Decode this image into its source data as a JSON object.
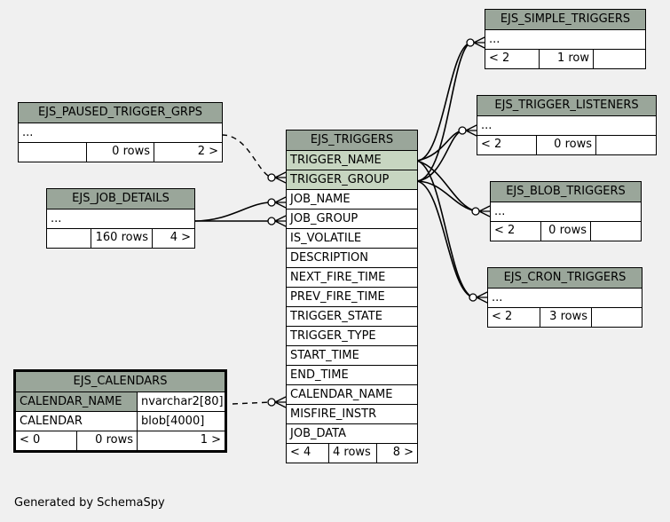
{
  "tables": {
    "simple": {
      "name": "EJS_SIMPLE_TRIGGERS",
      "row": "...",
      "footer": [
        "< 2",
        "1 row",
        ""
      ]
    },
    "listeners": {
      "name": "EJS_TRIGGER_LISTENERS",
      "row": "...",
      "footer": [
        "< 2",
        "0 rows",
        ""
      ]
    },
    "blob": {
      "name": "EJS_BLOB_TRIGGERS",
      "row": "...",
      "footer": [
        "< 2",
        "0 rows",
        ""
      ]
    },
    "cron": {
      "name": "EJS_CRON_TRIGGERS",
      "row": "...",
      "footer": [
        "< 2",
        "3 rows",
        ""
      ]
    },
    "paused": {
      "name": "EJS_PAUSED_TRIGGER_GRPS",
      "row": "...",
      "footer": [
        "",
        "0 rows",
        "2 >"
      ]
    },
    "job_details": {
      "name": "EJS_JOB_DETAILS",
      "row": "...",
      "footer": [
        "",
        "160 rows",
        "4 >"
      ]
    },
    "triggers": {
      "name": "EJS_TRIGGERS",
      "columns": [
        "TRIGGER_NAME",
        "TRIGGER_GROUP",
        "JOB_NAME",
        "JOB_GROUP",
        "IS_VOLATILE",
        "DESCRIPTION",
        "NEXT_FIRE_TIME",
        "PREV_FIRE_TIME",
        "TRIGGER_STATE",
        "TRIGGER_TYPE",
        "START_TIME",
        "END_TIME",
        "CALENDAR_NAME",
        "MISFIRE_INSTR",
        "JOB_DATA"
      ],
      "footer": [
        "< 4",
        "4 rows",
        "8 >"
      ]
    },
    "calendars": {
      "name": "EJS_CALENDARS",
      "columns": [
        {
          "name": "CALENDAR_NAME",
          "type": "nvarchar2[80]"
        },
        {
          "name": "CALENDAR",
          "type": "blob[4000]"
        }
      ],
      "footer": [
        "< 0",
        "0 rows",
        "1 >"
      ]
    }
  },
  "footer_text": "Generated by SchemaSpy"
}
